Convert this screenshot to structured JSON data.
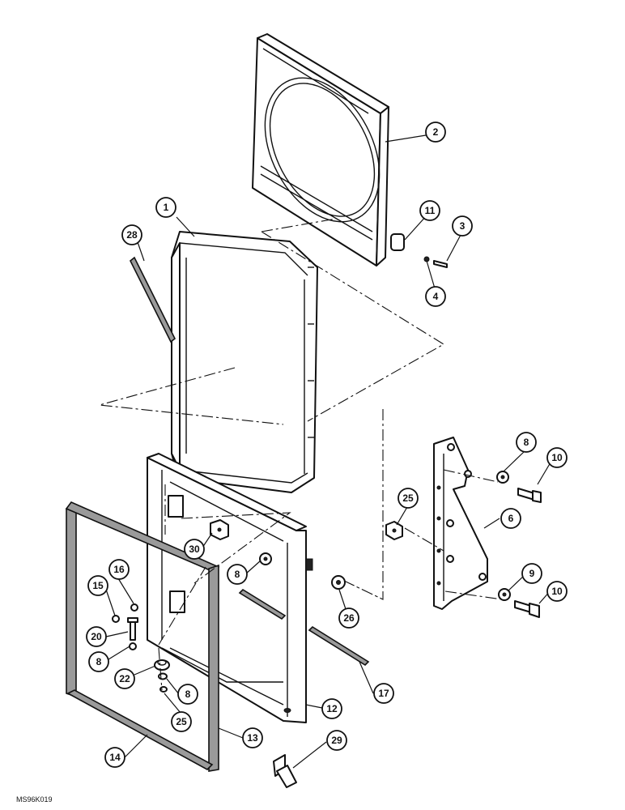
{
  "drawing_code": "MS96K019",
  "callouts": {
    "c1": "1",
    "c2": "2",
    "c3": "3",
    "c4": "4",
    "c6": "6",
    "c8a": "8",
    "c8b": "8",
    "c8c": "8",
    "c8d": "8",
    "c9": "9",
    "c10a": "10",
    "c10b": "10",
    "c11": "11",
    "c12": "12",
    "c13": "13",
    "c14": "14",
    "c15": "15",
    "c16": "16",
    "c17": "17",
    "c20": "20",
    "c22": "22",
    "c25a": "25",
    "c25b": "25",
    "c26": "26",
    "c28": "28",
    "c29": "29",
    "c30": "30"
  }
}
